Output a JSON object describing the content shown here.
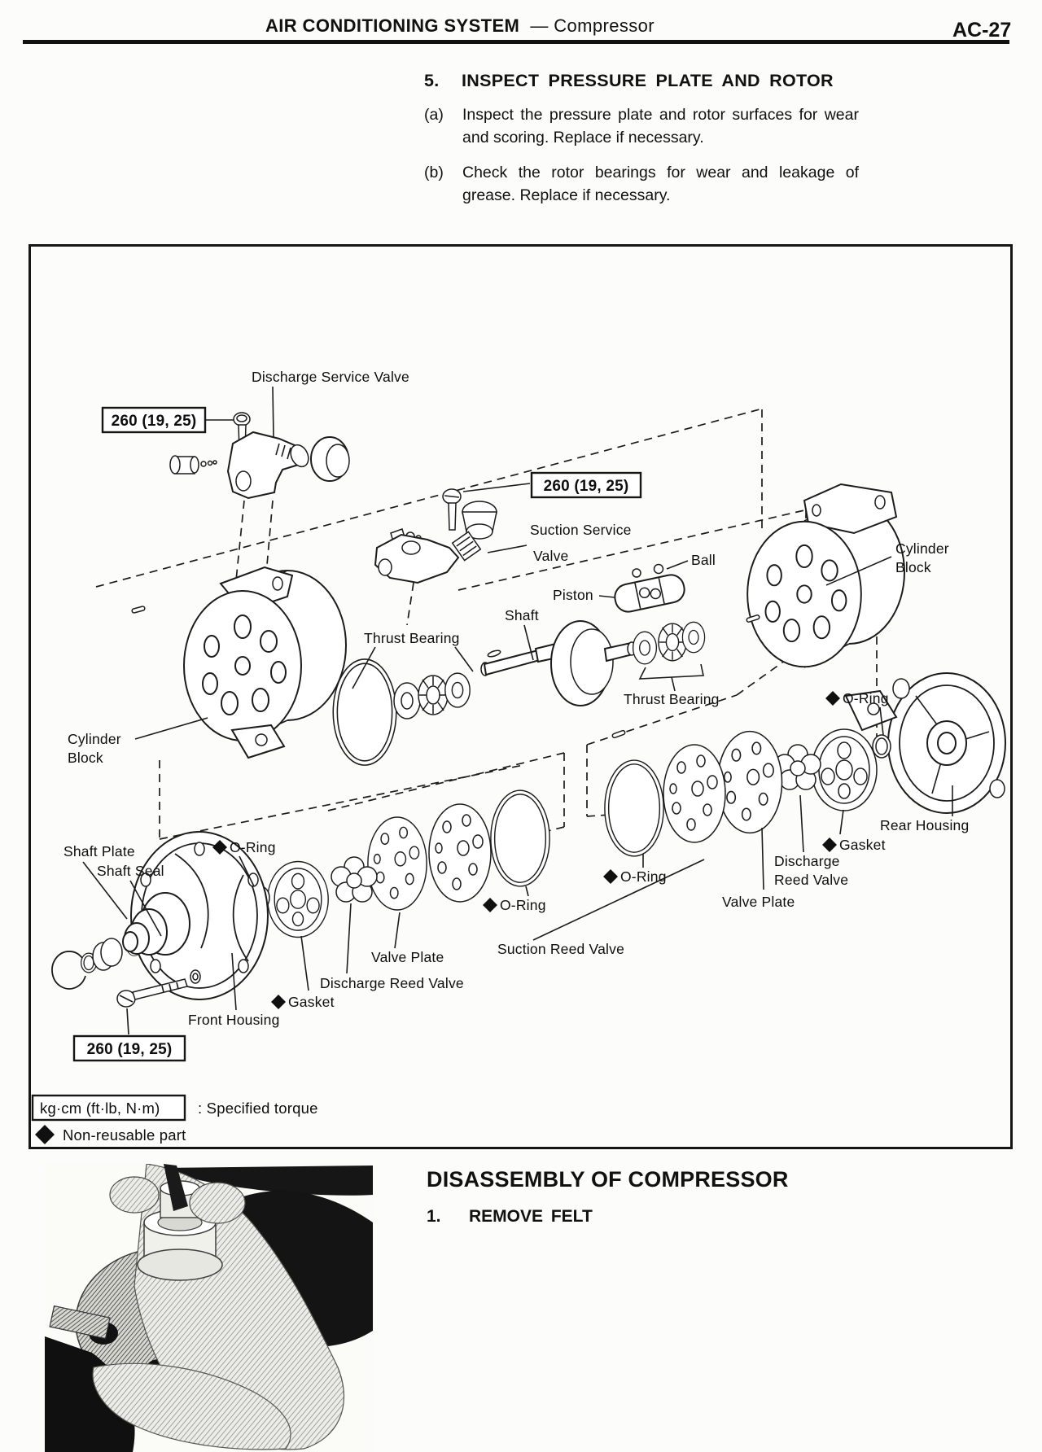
{
  "header": {
    "title_main": "AIR CONDITIONING SYSTEM",
    "title_sub": "— Compressor",
    "page_number": "AC-27"
  },
  "section": {
    "number": "5.",
    "title": "INSPECT PRESSURE PLATE AND ROTOR",
    "items": [
      {
        "label": "(a)",
        "text": "Inspect the pressure plate and rotor surfaces for wear and scoring. Replace if necessary."
      },
      {
        "label": "(b)",
        "text": "Check the rotor bearings for wear and leakage of grease. Replace if necessary."
      }
    ]
  },
  "diagram": {
    "torque_boxes": {
      "top_left": "260 (19, 25)",
      "middle": "260 (19, 25)",
      "bottom": "260 (19, 25)"
    },
    "labels": {
      "discharge_service_valve": "Discharge Service Valve",
      "suction_service_1": "Suction Service",
      "suction_service_2": "Valve",
      "ball": "Ball",
      "piston": "Piston",
      "shaft": "Shaft",
      "thrust_bearing_left": "Thrust Bearing",
      "thrust_bearing_right": "Thrust Bearing",
      "cylinder_block_right_1": "Cylinder",
      "cylinder_block_right_2": "Block",
      "cylinder_block_left_1": "Cylinder",
      "cylinder_block_left_2": "Block",
      "o_ring_right": "O-Ring",
      "rear_housing": "Rear Housing",
      "gasket_right": "Gasket",
      "discharge_reed_valve_right_1": "Discharge",
      "discharge_reed_valve_right_2": "Reed Valve",
      "valve_plate_right": "Valve Plate",
      "o_ring_mid_upper": "O-Ring",
      "o_ring_mid_lower": "O-Ring",
      "o_ring_left": "O-Ring",
      "shaft_plate": "Shaft Plate",
      "shaft_seal": "Shaft Seal",
      "suction_reed_valve": "Suction Reed Valve",
      "valve_plate_left": "Valve Plate",
      "discharge_reed_valve_left": "Discharge Reed Valve",
      "gasket_left": "Gasket",
      "front_housing": "Front Housing"
    },
    "legend": {
      "torque_box": "kg·cm (ft·lb, N·m)",
      "torque_desc": ":  Specified torque",
      "nonreusable": "Non-reusable part"
    }
  },
  "lower_section": {
    "title": "DISASSEMBLY OF COMPRESSOR",
    "step_number": "1.",
    "step_title": "REMOVE FELT"
  }
}
